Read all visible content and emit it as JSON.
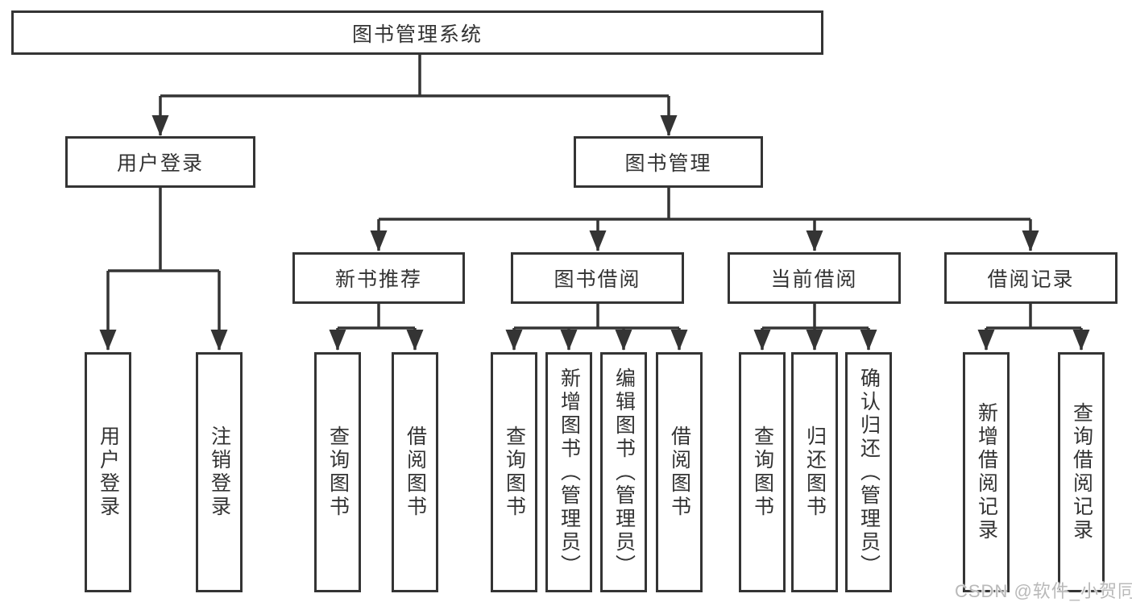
{
  "diagram": {
    "tree": {
      "label": "图书管理系统",
      "children": [
        {
          "label": "用户登录",
          "children": [
            {
              "label": "用户登录"
            },
            {
              "label": "注销登录"
            }
          ]
        },
        {
          "label": "图书管理",
          "children": [
            {
              "label": "新书推荐",
              "children": [
                {
                  "label": "查询图书"
                },
                {
                  "label": "借阅图书"
                }
              ]
            },
            {
              "label": "图书借阅",
              "children": [
                {
                  "label": "查询图书"
                },
                {
                  "label": "新增图书（管理员）"
                },
                {
                  "label": "编辑图书（管理员）"
                },
                {
                  "label": "借阅图书"
                }
              ]
            },
            {
              "label": "当前借阅",
              "children": [
                {
                  "label": "查询图书"
                },
                {
                  "label": "归还图书"
                },
                {
                  "label": "确认归还（管理员）"
                }
              ]
            },
            {
              "label": "借阅记录",
              "children": [
                {
                  "label": "新增借阅记录"
                },
                {
                  "label": "查询借阅记录"
                }
              ]
            }
          ]
        }
      ]
    },
    "colors": {
      "line": "#343434",
      "text": "#333333",
      "background": "#ffffff",
      "watermark_text": "#b9b9b9"
    },
    "watermark": {
      "text": "CSDN @软件_小贺同学"
    }
  }
}
